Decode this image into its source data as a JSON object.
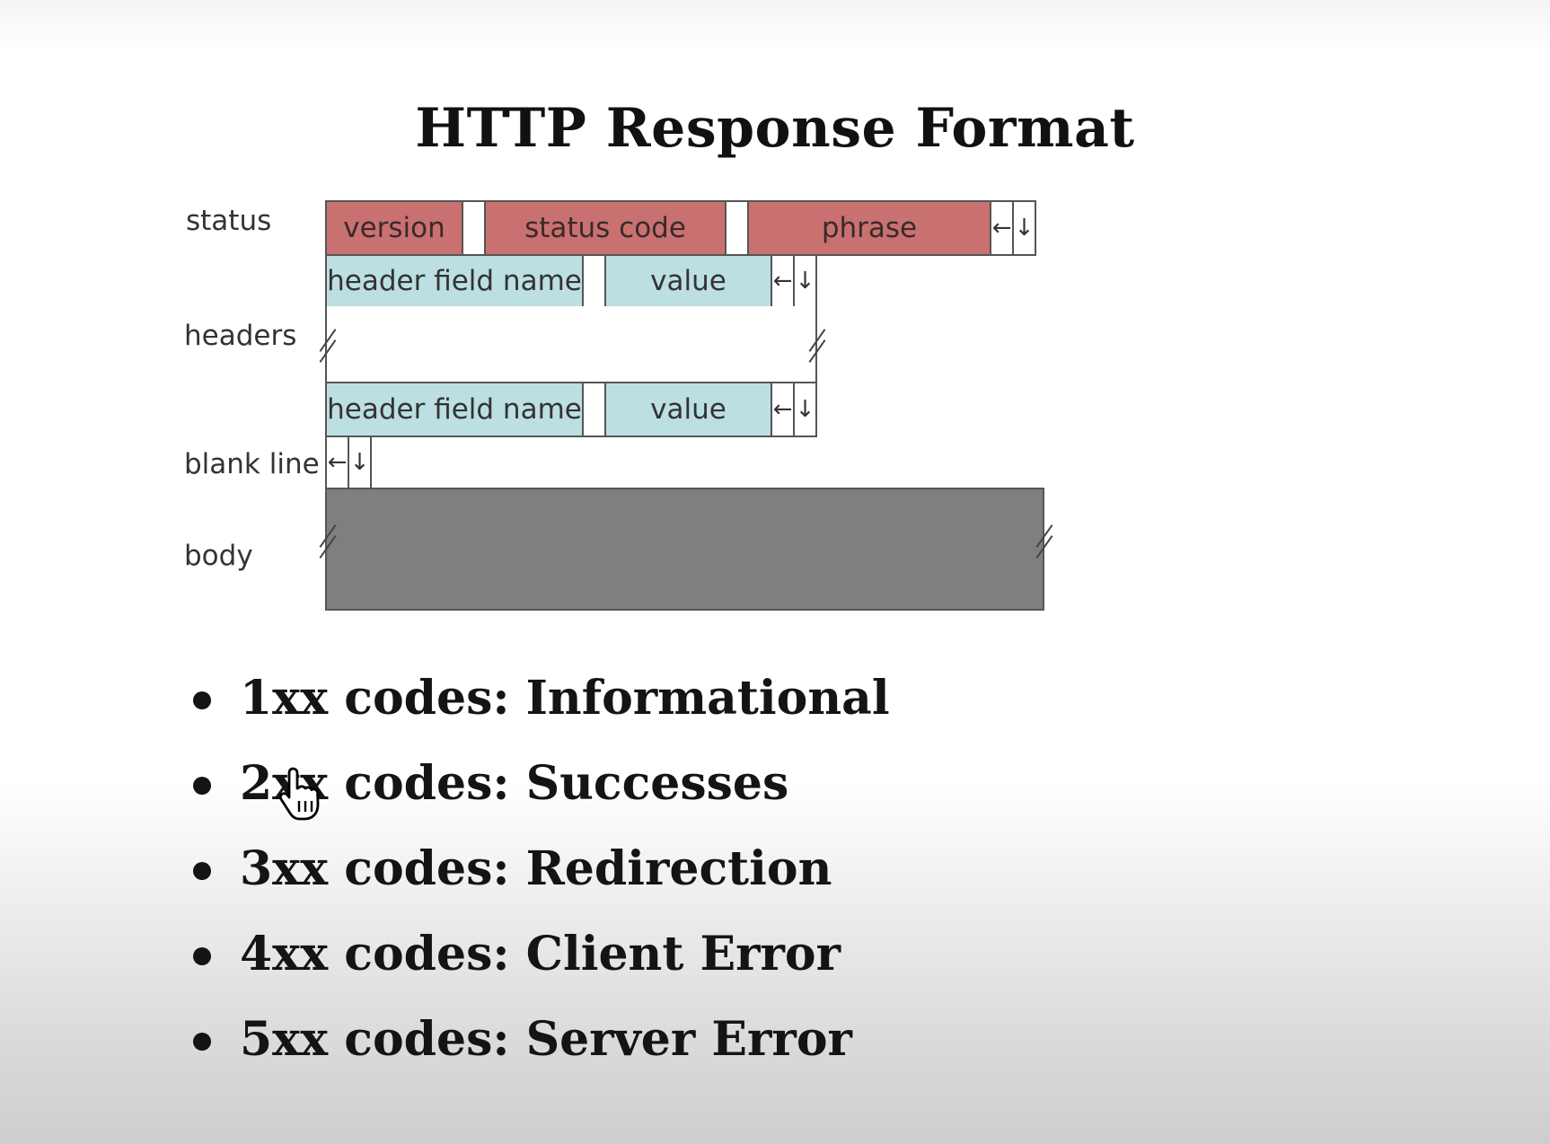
{
  "title": "HTTP Response Format",
  "diagram": {
    "row_labels": {
      "status": "status",
      "headers": "headers",
      "blank_line": "blank line",
      "body": "body"
    },
    "status_line": {
      "version": "version",
      "status_code": "status code",
      "phrase": "phrase"
    },
    "header_rows": [
      {
        "name": "header field name",
        "value": "value"
      },
      {
        "name": "header field name",
        "value": "value"
      }
    ],
    "cr_symbol": "←",
    "lf_symbol": "↓",
    "colors": {
      "status_fields": "#c97170",
      "header_fields": "#bcdfe2",
      "body": "#7f7f7f"
    }
  },
  "bullets": [
    {
      "code": "1xx codes:",
      "meaning": "Informational"
    },
    {
      "code": "2xx codes:",
      "meaning": "Successes"
    },
    {
      "code": "3xx codes:",
      "meaning": "Redirection"
    },
    {
      "code": "4xx codes:",
      "meaning": "Client Error"
    },
    {
      "code": "5xx codes:",
      "meaning": "Server Error"
    }
  ],
  "cursor_icon": "hand-pointer-icon"
}
